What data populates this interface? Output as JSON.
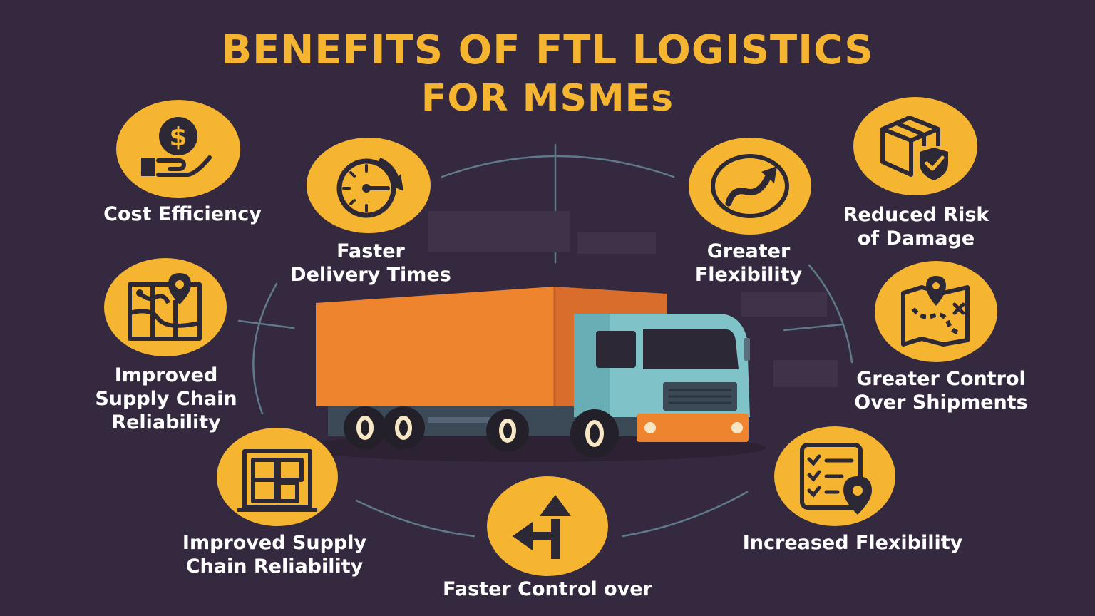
{
  "title": {
    "line1": "BENEFITS OF FTL LOGISTICS",
    "line2": "FOR MSMEs"
  },
  "benefits": {
    "cost_efficiency": {
      "line1": "Cost Efficiency",
      "icon": "dollar-hand-icon"
    },
    "faster_delivery": {
      "line1": "Faster",
      "line2": "Delivery Times",
      "icon": "stopwatch-icon"
    },
    "greater_flexibility": {
      "line1": "Greater",
      "line2": "Flexibility",
      "icon": "curved-arrow-icon"
    },
    "reduced_risk": {
      "line1": "Reduced Risk",
      "line2": "of Damage",
      "icon": "box-shield-icon"
    },
    "supply_chain_left": {
      "line1": "Improved",
      "line2": "Supply Chain",
      "line3": "Reliability",
      "icon": "map-pin-icon"
    },
    "greater_control": {
      "line1": "Greater Control",
      "line2": "Over Shipments",
      "icon": "map-route-icon"
    },
    "supply_chain_bottom": {
      "line1": "Improved Supply",
      "line2": "Chain Reliability",
      "icon": "warehouse-boxes-icon"
    },
    "faster_control": {
      "line1": "Faster Control over",
      "icon": "split-arrow-icon"
    },
    "increased_flexibility": {
      "line1": "Increased Flexibility",
      "icon": "checklist-pin-icon"
    }
  },
  "colors": {
    "background": "#35293f",
    "accent": "#f6b530",
    "truck_cargo": "#ef842f",
    "truck_cab": "#7fc3c9"
  }
}
